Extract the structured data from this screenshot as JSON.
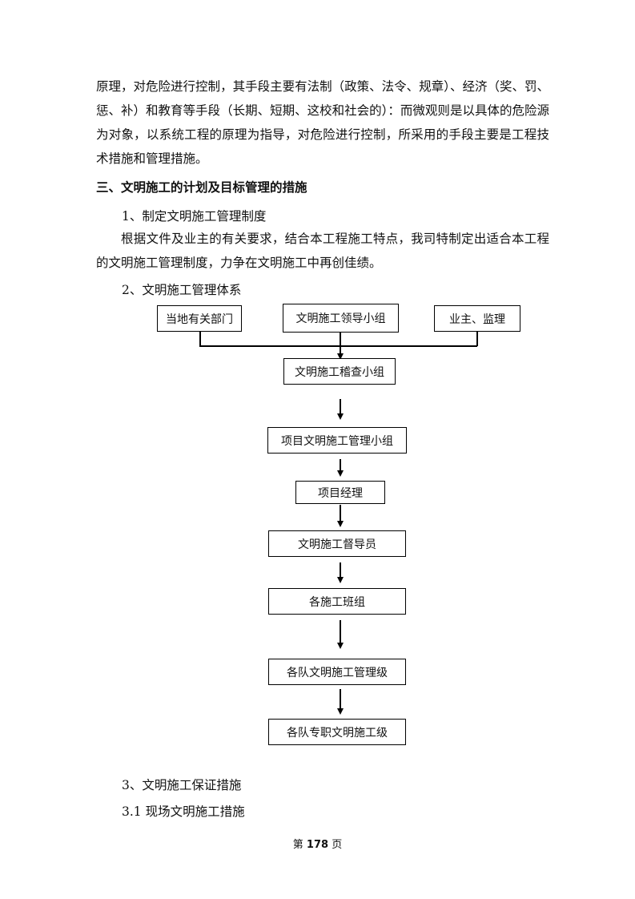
{
  "intro_paragraph": "原理，对危险进行控制，其手段主要有法制（政策、法令、规章）、经济（奖、罚、惩、补）和教育等手段（长期、短期、这校和社会的）：而微观则是以具体的危险源为对象，以系统工程的原理为指导，对危险进行控制，所采用的手段主要是工程技术措施和管理措施。",
  "section_heading": "三、文明施工的计划及目标管理的措施",
  "item1_title": "1、制定文明施工管理制度",
  "item1_body": "根据文件及业主的有关要求，结合本工程施工特点，我司特制定出适合本工程的文明施工管理制度，力争在文明施工中再创佳绩。",
  "item2_title": "2、文明施工管理体系",
  "flowchart": {
    "top_left": "当地有关部门",
    "top_center": "文明施工领导小组",
    "top_right": "业主、监理",
    "node1": "文明施工稽查小组",
    "node2": "项目文明施工管理小组",
    "node3": "项目经理",
    "node4": "文明施工督导员",
    "node5": "各施工班组",
    "node6": "各队文明施工管理级",
    "node7": "各队专职文明施工级"
  },
  "item3_title": "3、文明施工保证措施",
  "item31_title": "3.1 现场文明施工措施",
  "footer": {
    "prefix": "第",
    "page_number": "178",
    "suffix": "页"
  }
}
